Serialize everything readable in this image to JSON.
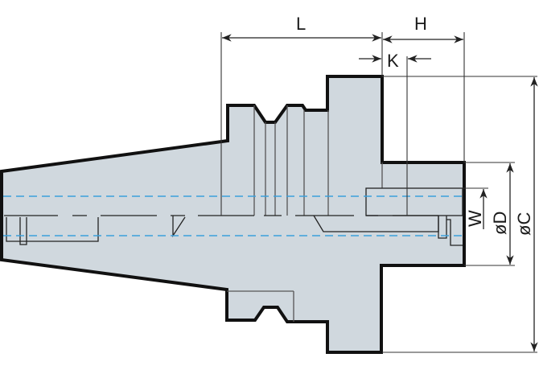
{
  "dimensions": {
    "L": "L",
    "H": "H",
    "K": "K",
    "W": "W",
    "D": "øD",
    "C": "øC"
  },
  "colors": {
    "body_fill": "#d0d8de",
    "outline": "#111111",
    "centerline": "#3aa0dc",
    "dimension": "#222222"
  }
}
